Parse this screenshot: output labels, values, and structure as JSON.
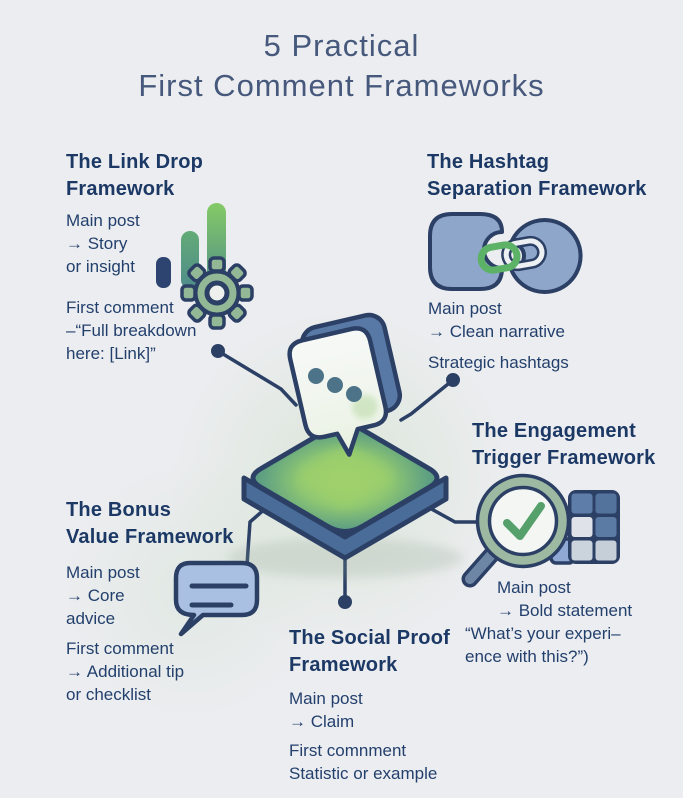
{
  "title": {
    "text": "5 Practical\nFirst Comment Frameworks"
  },
  "colors": {
    "background": "#ecedf0",
    "outline_navy": "#2c4066",
    "title_text": "#46597c",
    "heading_text": "#1c3966",
    "body_text": "#23406d",
    "teal_platform": "#4f8f88",
    "green_accent": "#7cc468",
    "steel_blue": "#4a6c98",
    "light_blue": "#8fa6cb",
    "sage_green": "#93b896",
    "bubble_blue": "#a9c0e2"
  },
  "center_icon": {
    "name": "speech-bubble-on-platform"
  },
  "sections": {
    "link_drop": {
      "heading": "The Link Drop\nFramework",
      "body1": "Main post\n→ Story\nor insight",
      "body2": "First comment\n–“Full breakdown\nhere: [Link]”",
      "icon": "bar-chart-gear-icon"
    },
    "hashtag": {
      "heading": "The Hashtag\nSeparation Framework",
      "body1": "Main post\n→ Clean narrative",
      "body2": "Strategic hashtags",
      "icon": "linked-shapes-icon"
    },
    "engagement": {
      "heading": "The Engagement\nTrigger Framework",
      "body1": "Main post\n→ Bold statement",
      "body2": "“What’s your experi–\nence with this?”)",
      "icon": "magnifier-check-grid-icon"
    },
    "bonus": {
      "heading": "The Bonus\nValue Framework",
      "body1": "Main post\n→ Core\nadvice",
      "body2": "First comment\n→ Additional tip\nor checklist",
      "icon": "chat-bubble-lines-icon"
    },
    "social": {
      "heading": "The Social Proof\nFramework",
      "body1": "Main post\n→ Claim",
      "body2": "First comnment\nStatistic or example",
      "icon": "connector-dot-icon"
    }
  }
}
